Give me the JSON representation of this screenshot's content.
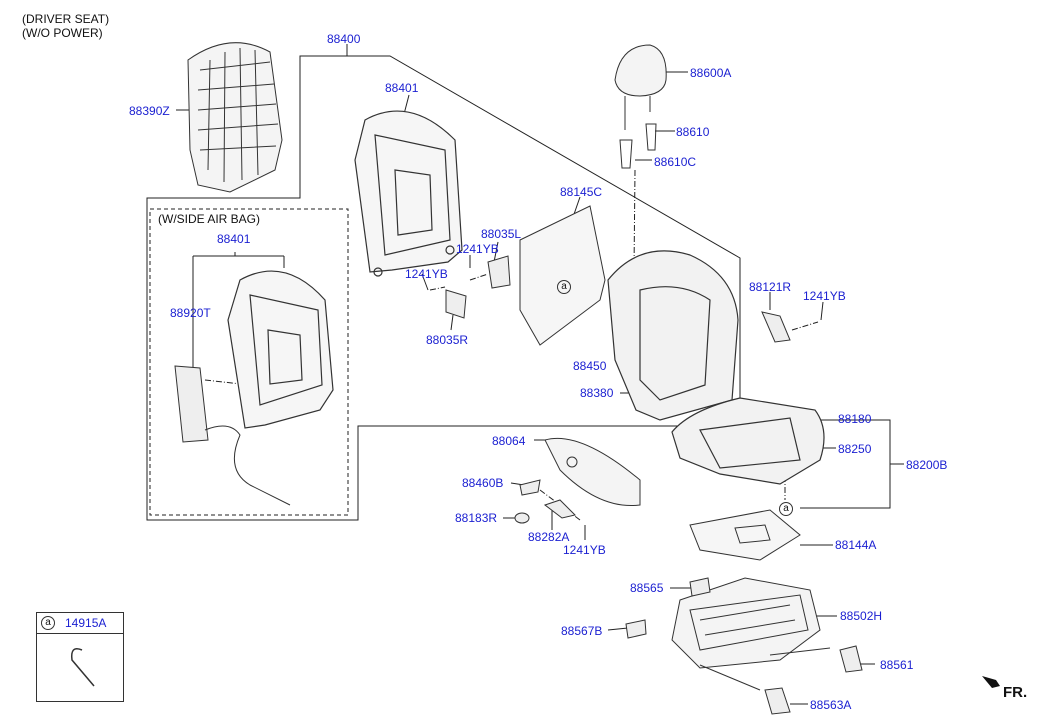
{
  "notes": {
    "driver_seat": "(DRIVER SEAT)",
    "wo_power": "(W/O POWER)",
    "side_air_bag": "(W/SIDE AIR BAG)"
  },
  "labels": {
    "p88400": "88400",
    "p88390Z": "88390Z",
    "p88401_top": "88401",
    "p88401_box": "88401",
    "p88920T": "88920T",
    "p88600A": "88600A",
    "p88610": "88610",
    "p88610C": "88610C",
    "p88145C": "88145C",
    "p88035L": "88035L",
    "p1241YB_a": "1241YB",
    "p1241YB_b": "1241YB",
    "p88035R": "88035R",
    "p88121R": "88121R",
    "p1241YB_c": "1241YB",
    "p88450": "88450",
    "p88380": "88380",
    "p88180": "88180",
    "p88250": "88250",
    "p88200B": "88200B",
    "p88064": "88064",
    "p88460B": "88460B",
    "p88183R": "88183R",
    "p88282A": "88282A",
    "p1241YB_d": "1241YB",
    "p88144A": "88144A",
    "p88565": "88565",
    "p88502H": "88502H",
    "p88567B": "88567B",
    "p88561": "88561",
    "p88563A": "88563A"
  },
  "callout": {
    "a1": "a",
    "a2": "a"
  },
  "legend": {
    "letter": "a",
    "part": "14915A"
  },
  "direction": {
    "label": "FR."
  },
  "colors": {
    "label": "#1a1fd1",
    "line": "#222222"
  }
}
